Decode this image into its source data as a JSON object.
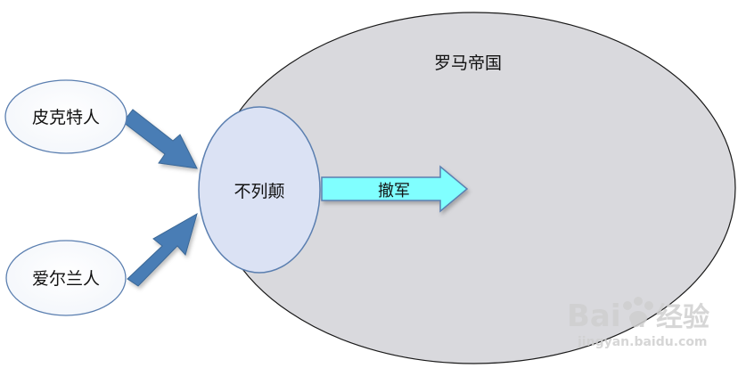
{
  "diagram": {
    "empire_label": "罗马帝国",
    "britain_label": "不列颠",
    "picts_label": "皮克特人",
    "irish_label": "爱尔兰人",
    "withdraw_label": "撤军"
  },
  "watermark": {
    "brand": "Bai",
    "brand_tail": "u",
    "brand_cn": "经验",
    "url": "jingyan.baidu.com"
  },
  "colors": {
    "empire_fill": "#d9d9dd",
    "britain_fill": "#dbe2f4",
    "node_stroke": "#5b7fb0",
    "arrow_blue": "#4a7db5",
    "withdraw_fill": "#80ffff"
  }
}
